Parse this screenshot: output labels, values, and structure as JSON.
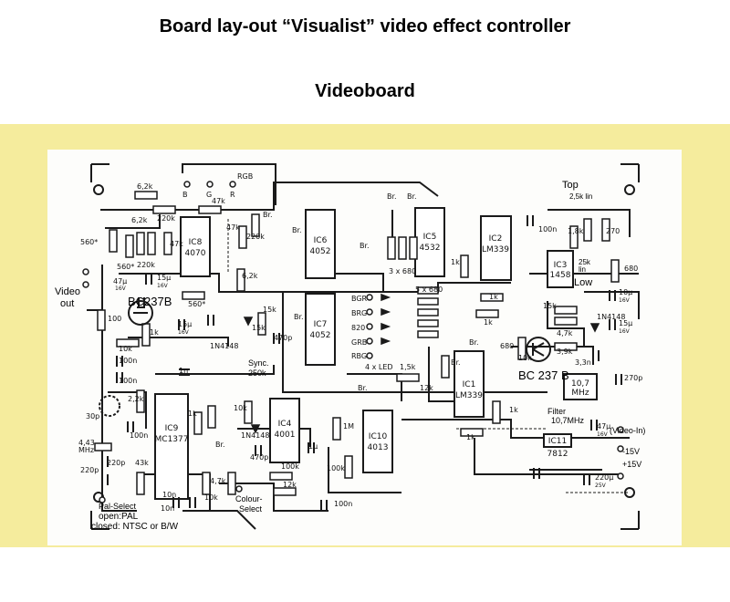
{
  "header": {
    "title": "Board lay-out “Visualist” video effect controller",
    "subtitle": "Videoboard"
  },
  "annotations": {
    "video_out_1": "Video",
    "video_out_2": "out",
    "top": "Top",
    "low": "Low",
    "pal_select": "Pal-Select",
    "open_pal": "open:PAL",
    "closed_ntsc": "closed: NTSC or B/W",
    "colour_select_1": "Colour-",
    "colour_select_2": "Select",
    "sync_1": "Sync.",
    "sync_2": "250k",
    "filter_1": "Filter",
    "filter_2": "10,7MHz",
    "video_in": "(Video-In)",
    "minus15": "-15V",
    "plus15": "+15V",
    "pot_top": "2,5k lin",
    "pot_low_1": "25k",
    "pot_low_2": "lin"
  },
  "chips": {
    "ic8_1": "IC8",
    "ic8_2": "4070",
    "ic6_1": "IC6",
    "ic6_2": "4052",
    "ic7_1": "IC7",
    "ic7_2": "4052",
    "ic5_1": "IC5",
    "ic5_2": "4532",
    "ic2_1": "IC2",
    "ic2_2": "LM339",
    "ic1_1": "IC1",
    "ic1_2": "LM339",
    "ic3_1": "IC3",
    "ic3_2": "1458",
    "ic9_1": "IC9",
    "ic9_2": "MC1377",
    "ic4_1": "IC4",
    "ic4_2": "4001",
    "ic10_1": "IC10",
    "ic10_2": "4013",
    "ic11_1": "IC11",
    "ic11_2": "7812"
  },
  "transistors": {
    "q1": "BC237B",
    "q2": "BC 237 B"
  },
  "components": {
    "r62k_a": "6,2k",
    "r62k_b": "6,2k",
    "r62k_c": "6,2k",
    "r220k_a": "220k",
    "r220k_b": "220k",
    "r220k_c": "220k",
    "r47k_a": "47k",
    "r47k_b": "47k",
    "r47k_c": "47k",
    "r560_a": "560*",
    "r560_b": "560*",
    "r560_c": "560*",
    "c15u_a": "15µ",
    "c15u_a_v": "16V",
    "c15u_b": "15µ",
    "c15u_b_v": "16V",
    "c47u": "47µ",
    "c47u_v": "16V",
    "r100": "100",
    "r10k_a": "10k",
    "r1k_a": "1k",
    "c100n_a": "100n",
    "c100n_b": "100n",
    "c100n_c": "100n",
    "c100n_d": "100n",
    "c100n_e": "100n",
    "r22k": "2,2k",
    "c30p": "30p",
    "xtal": "4,43",
    "xtal_unit": "MHz",
    "c220p_a": "220p",
    "c220p_b": "220p",
    "c220p_c": "270p",
    "r43k": "43k",
    "c10n_a": "10n",
    "c10n_b": "10n",
    "c1n": "1n",
    "r1k_b": "1k",
    "r10k_b": "10k",
    "r10k_c": "10k",
    "d1n4148_a": "1N4148",
    "d1n4148_b": "1N4148",
    "d1n4148_c": "1N4148",
    "r15k": "15k",
    "c470p_a": "470p",
    "c470p_b": "470p",
    "r47k_d": "4,7k",
    "r100k": "100k",
    "r12k": "12k",
    "r100k_b": "100k",
    "c1u": "1µ",
    "r1m": "1M",
    "r15k_b": "1,5k",
    "r12k_b": "12k",
    "led_bgr": "BGR",
    "led_brg": "BRG",
    "led_820": "820",
    "led_grb": "GRB",
    "led_rbg": "RBG",
    "led_note": "4 x LED",
    "r5x680": "5 x 680",
    "r3x680": "3 x 680",
    "br": "Br.",
    "r1k_c": "1k",
    "r1k_d": "1k",
    "r1k_e": "1k",
    "r1k_f": "1k",
    "r1k_g": "1k",
    "r680_a": "680",
    "r680_b": "680",
    "r270": "270",
    "r18k": "1,8k",
    "r15k_c": "15k",
    "r47k_e": "4,7k",
    "r39k": "3,9k",
    "c3u3": "3,3n",
    "c10u_a": "10µ",
    "c10u_a_v": "16V",
    "c15u_c": "15µ",
    "c15u_c_v": "16V",
    "c47u_b": "47µ",
    "c47u_b_v": "16V",
    "c220u": "220µ",
    "c220u_v": "25V",
    "filter_box_1": "10,7",
    "filter_box_2": "MHz",
    "r10k_d": "10k",
    "r15k_d": "15k",
    "rgb_b": "B",
    "rgb_g": "G",
    "rgb_r": "R",
    "rgb": "RGB"
  },
  "colors": {
    "band": "#f5ec9d",
    "board": "#fdfdfb",
    "trace": "#1a1a1a"
  }
}
